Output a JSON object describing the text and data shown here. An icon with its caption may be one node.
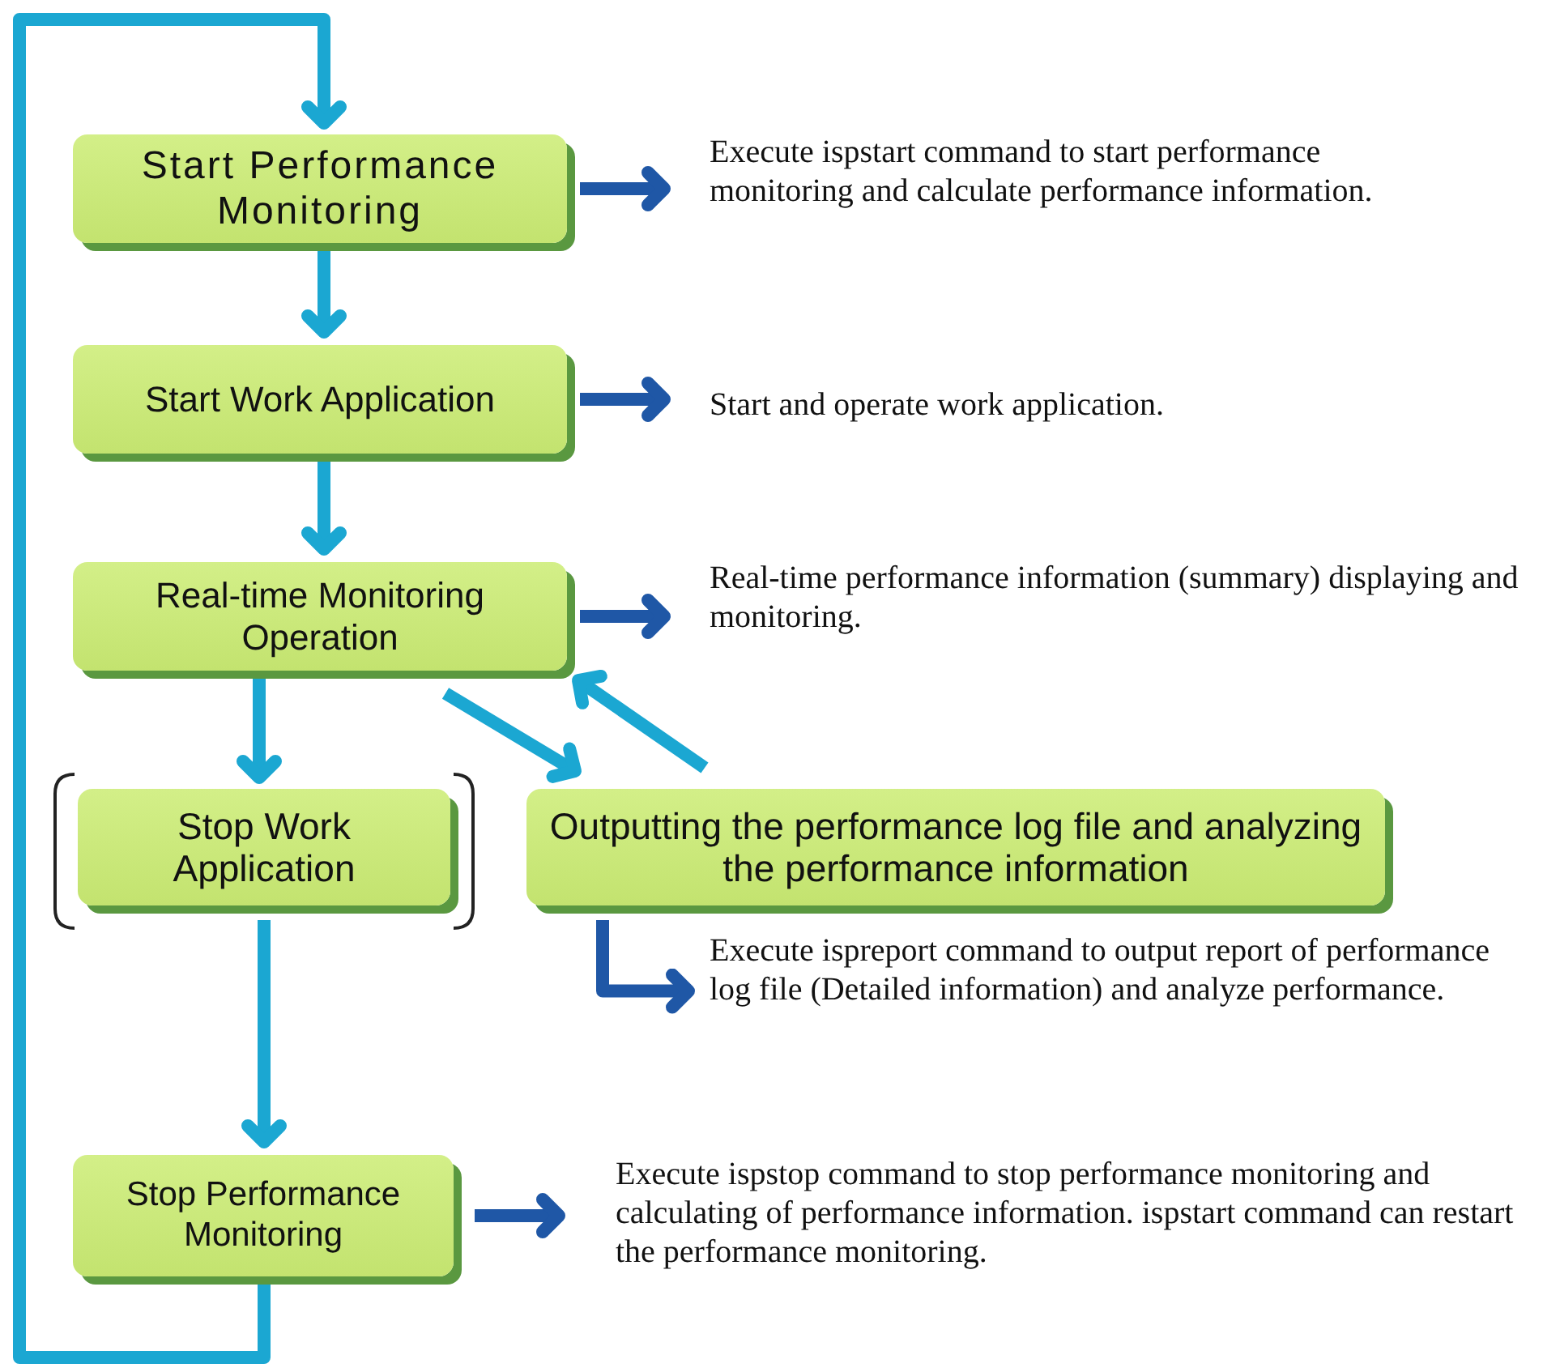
{
  "diagram": {
    "nodes": [
      {
        "text": [
          "Start Performance Monitoring"
        ]
      },
      {
        "text": [
          "Execute ispstart command to start performance monitoring and calculate performance information."
        ]
      },
      {
        "text": [
          "Start Work Application"
        ]
      },
      {
        "text": [
          "Start and operate work application."
        ]
      },
      {
        "text": [
          "Real-time Monitoring Operation"
        ]
      },
      {
        "text": [
          "Real-time performance information (summary) displaying and monitoring."
        ]
      },
      {
        "text": [
          "Stop Work Application"
        ]
      },
      {
        "text": [
          "Outputting the performance log file and analyzing the performance information"
        ]
      },
      {
        "text": [
          "Execute ispreport command to output report of performance log file (Detailed information) and analyze performance."
        ]
      },
      {
        "text": [
          "Stop Performance Monitoring"
        ]
      },
      {
        "text": [
          "Execute ispstop command to stop performance monitoring and calculating of performance information. ispstart command can restart the performance monitoring."
        ]
      }
    ],
    "edges": [
      {
        "from": 0,
        "to": 2,
        "arrow": "to"
      },
      {
        "from": 2,
        "to": 4,
        "arrow": "to"
      },
      {
        "from": 4,
        "to": 6,
        "arrow": "to"
      },
      {
        "from": 6,
        "to": 9,
        "arrow": "to"
      },
      {
        "from": 9,
        "to": 0,
        "arrow": "to"
      },
      {
        "from": 4,
        "to": 7,
        "arrow": "to"
      },
      {
        "from": 7,
        "to": 4,
        "arrow": "to"
      },
      {
        "from": 0,
        "to": 1,
        "arrow": "to",
        "color": "#1f57a6"
      },
      {
        "from": 2,
        "to": 3,
        "arrow": "to",
        "color": "#1f57a6"
      },
      {
        "from": 4,
        "to": 5,
        "arrow": "to",
        "color": "#1f57a6"
      },
      {
        "from": 7,
        "to": 8,
        "arrow": "to",
        "color": "#1f57a6"
      },
      {
        "from": 9,
        "to": 10,
        "arrow": "to",
        "color": "#1f57a6"
      }
    ]
  }
}
